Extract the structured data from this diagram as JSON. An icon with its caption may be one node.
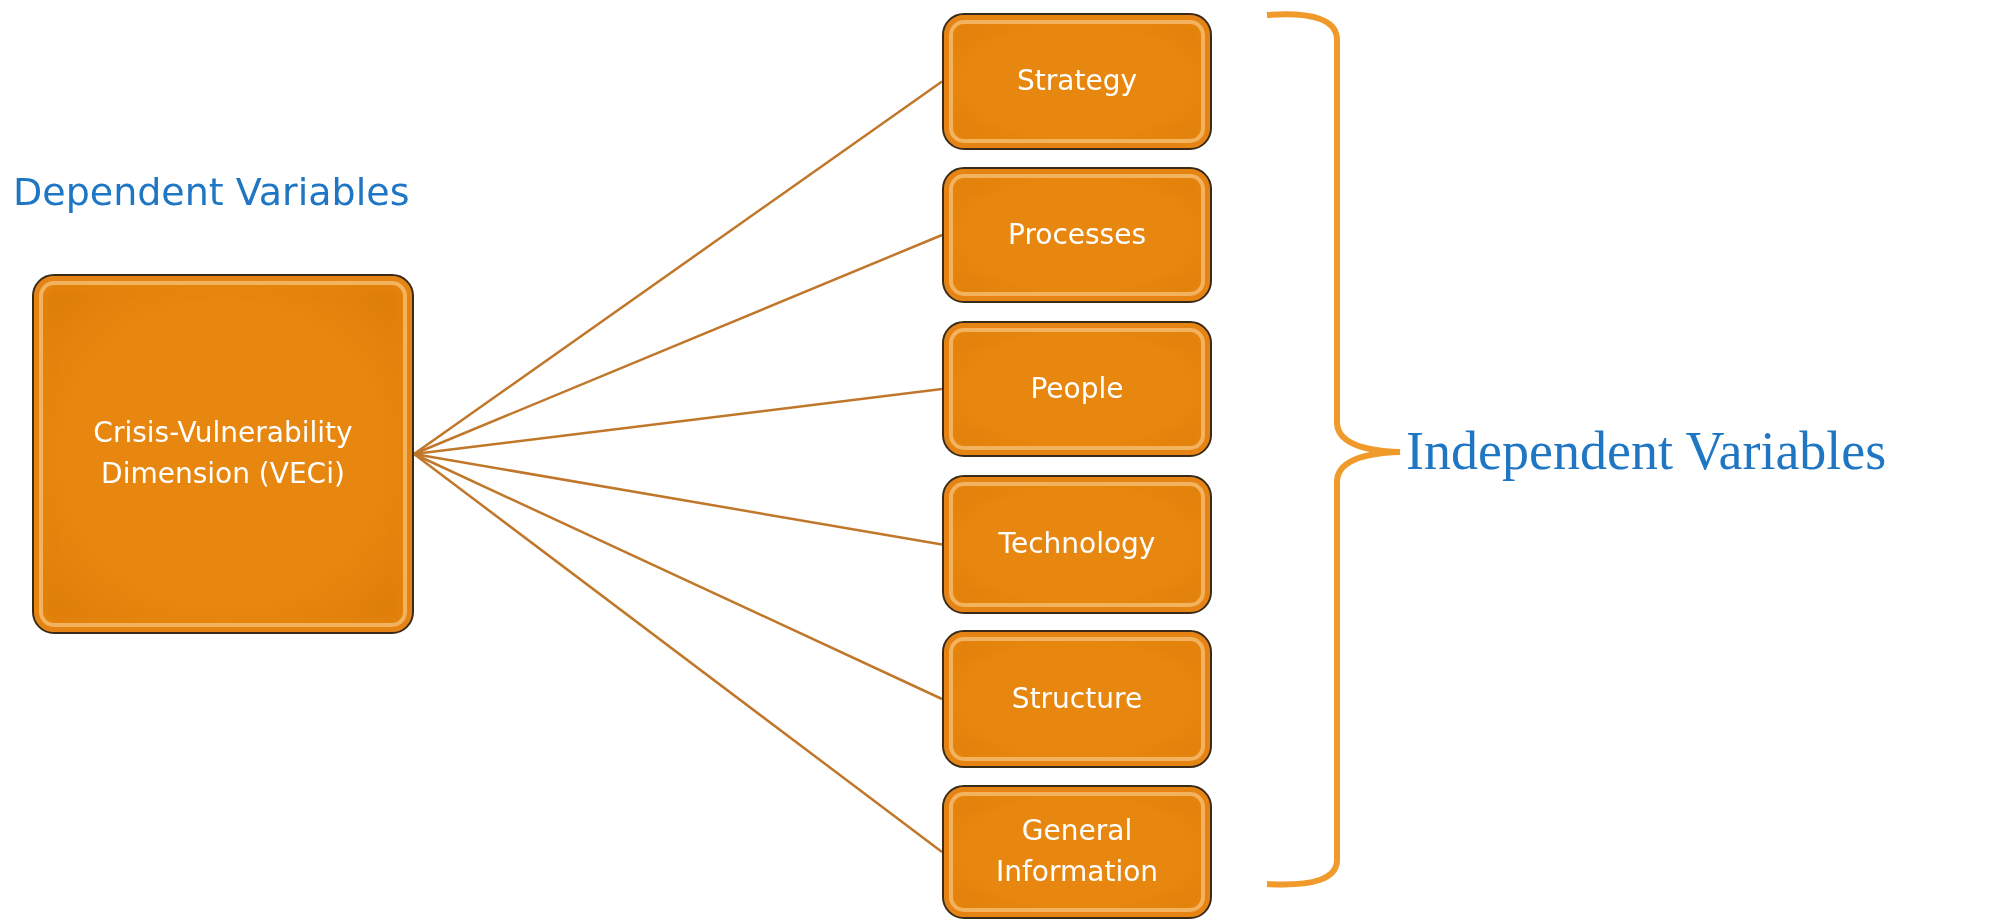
{
  "diagram": {
    "nodes": [
      {
        "text": [
          "Crisis-Vulnerability Dimension (VECi)"
        ]
      },
      {
        "text": [
          "Strategy"
        ]
      },
      {
        "text": [
          "Processes"
        ]
      },
      {
        "text": [
          "People"
        ]
      },
      {
        "text": [
          "Technology"
        ]
      },
      {
        "text": [
          "Structure"
        ]
      },
      {
        "text": [
          "General Information"
        ]
      }
    ],
    "edges": [
      {
        "from": 0,
        "to": 1,
        "arrow": "none"
      },
      {
        "from": 0,
        "to": 2,
        "arrow": "none"
      },
      {
        "from": 0,
        "to": 3,
        "arrow": "none"
      },
      {
        "from": 0,
        "to": 4,
        "arrow": "none"
      },
      {
        "from": 0,
        "to": 5,
        "arrow": "none"
      },
      {
        "from": 0,
        "to": 6,
        "arrow": "none"
      }
    ],
    "labels": [
      "Dependent Variables",
      "Independent Variables"
    ]
  }
}
